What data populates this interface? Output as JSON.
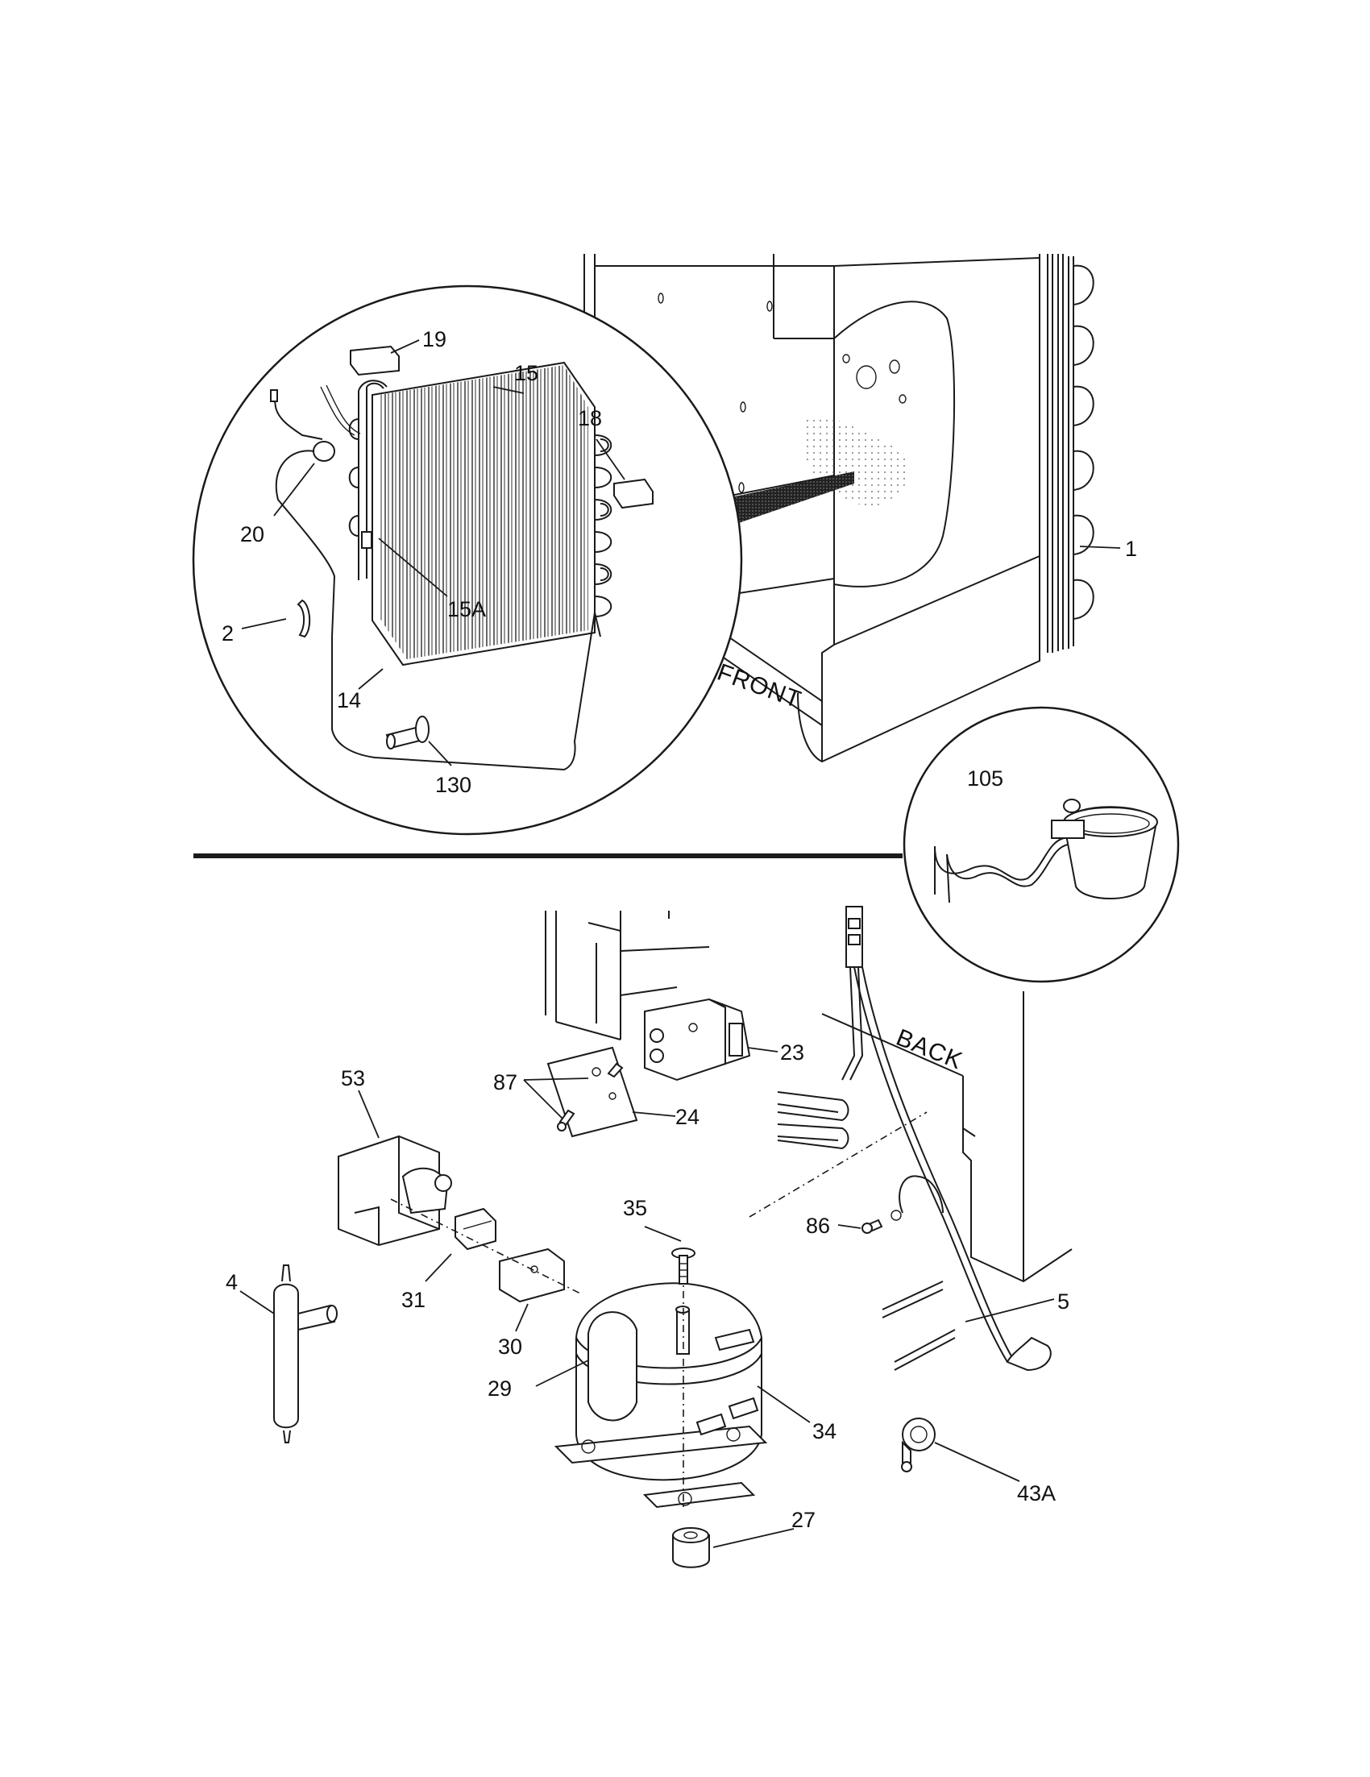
{
  "labels": {
    "callout_1": "1",
    "callout_2": "2",
    "callout_4": "4",
    "callout_5": "5",
    "callout_14": "14",
    "callout_15": "15",
    "callout_15a": "15A",
    "callout_18": "18",
    "callout_19": "19",
    "callout_20": "20",
    "callout_23": "23",
    "callout_24": "24",
    "callout_27": "27",
    "callout_29": "29",
    "callout_30": "30",
    "callout_31": "31",
    "callout_34": "34",
    "callout_35": "35",
    "callout_43a": "43A",
    "callout_53": "53",
    "callout_86": "86",
    "callout_87": "87",
    "callout_105": "105",
    "callout_130": "130"
  },
  "stamps": {
    "front": "FRONT",
    "back": "BACK"
  }
}
